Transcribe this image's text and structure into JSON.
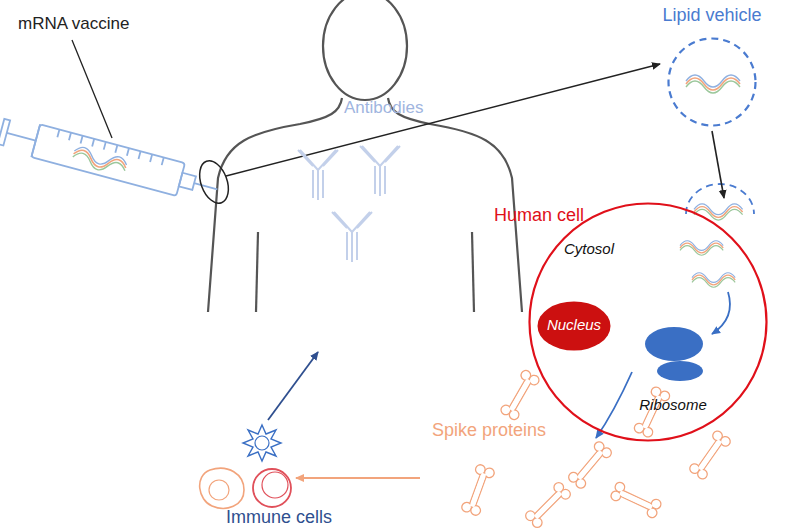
{
  "diagram": {
    "nodes": [
      {
        "text": [
          "Lipid vehicle"
        ]
      },
      {
        "text": [
          "Human cell",
          "Cytosol"
        ]
      },
      {
        "text": [
          "Nucleus"
        ],
        "in": 1
      },
      {
        "text": [
          "Ribosome"
        ],
        "in": 1
      }
    ],
    "edges": [
      {
        "from": 0,
        "to": 1,
        "arrow": "to"
      }
    ],
    "labels": [
      "mRNA vaccine",
      "Antibodies",
      "Spike proteins",
      "Immune cells"
    ]
  }
}
